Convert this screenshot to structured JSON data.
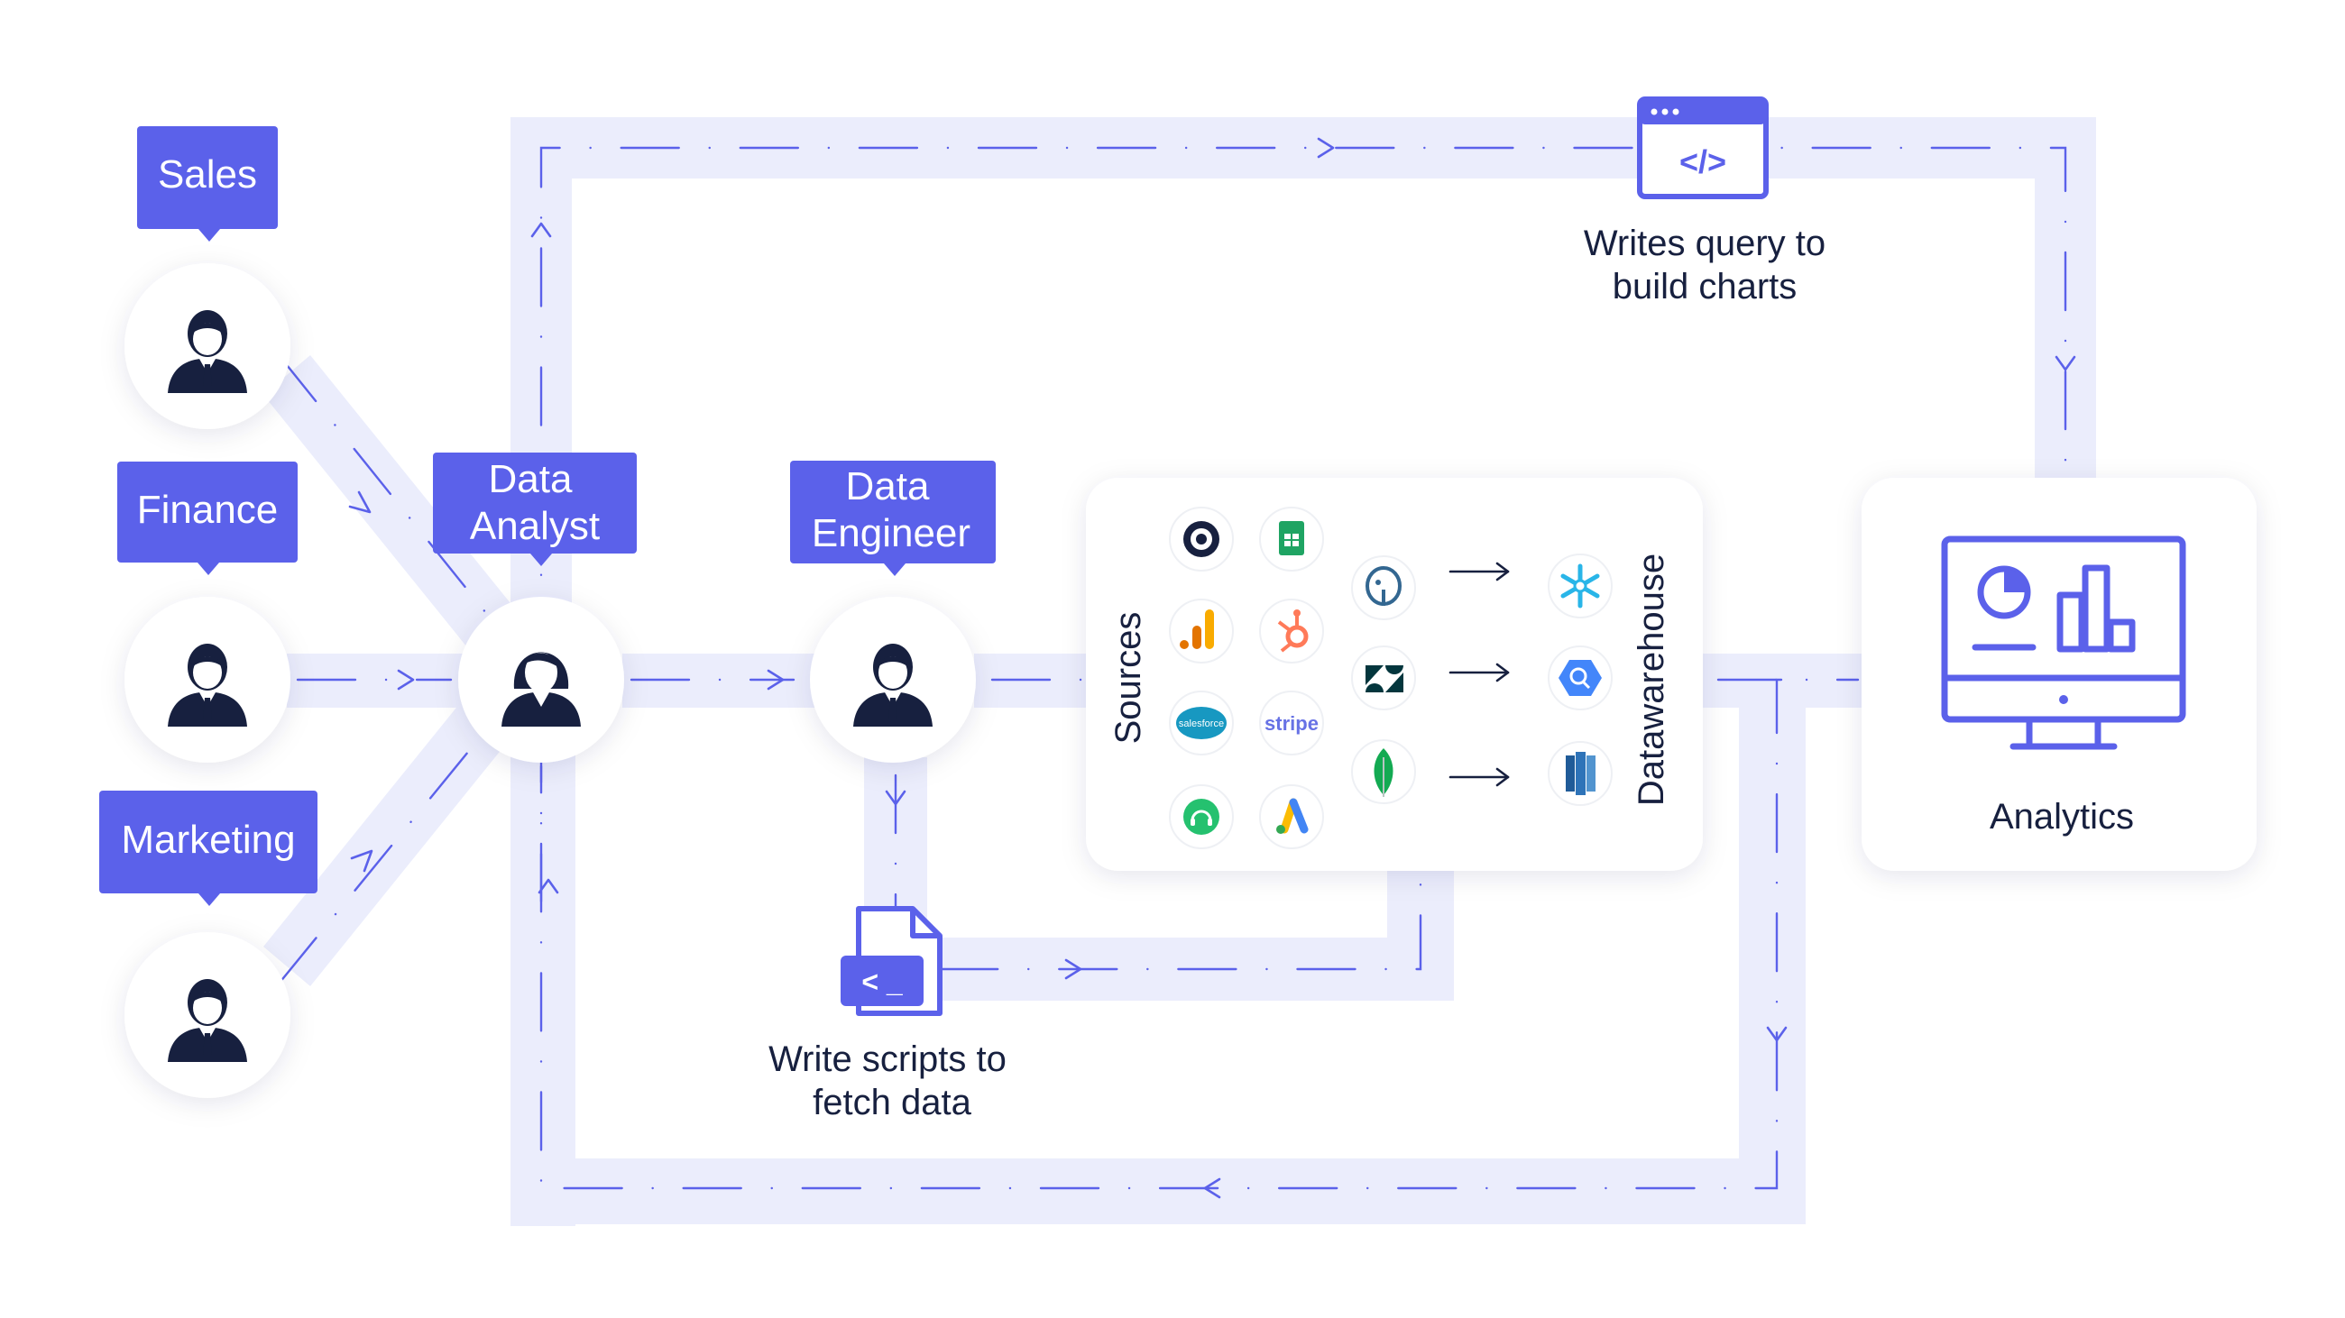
{
  "colors": {
    "accent": "#5b61ea",
    "track": "#ebedfc",
    "navy": "#17203f",
    "card": "#ffffff"
  },
  "roles": {
    "sales": "Sales",
    "finance": "Finance",
    "marketing": "Marketing",
    "analyst_line1": "Data",
    "analyst_line2": "Analyst",
    "engineer_line1": "Data",
    "engineer_line2": "Engineer"
  },
  "captions": {
    "query_line1": "Writes query to",
    "query_line2": "build charts",
    "scripts_line1": "Write scripts to",
    "scripts_line2": "fetch data",
    "analytics": "Analytics"
  },
  "panel": {
    "sources_label": "Sources",
    "warehouse_label": "Datawarehouse",
    "source_icons": [
      "mailchimp-icon",
      "google-sheets-icon",
      "google-analytics-icon",
      "hubspot-icon",
      "salesforce-icon",
      "stripe-icon",
      "freshdesk-icon",
      "google-ads-icon"
    ],
    "stream_icons": [
      "postgresql-icon",
      "zendesk-icon",
      "mongodb-icon"
    ],
    "warehouse_icons": [
      "snowflake-icon",
      "bigquery-icon",
      "redshift-icon"
    ],
    "salesforce_text": "salesforce",
    "stripe_text": "stripe"
  },
  "icons": {
    "code_window": "code-window-icon",
    "script_file": "script-file-icon",
    "monitor": "analytics-monitor-icon",
    "code_glyph": "</>",
    "prompt_glyph": "< _"
  }
}
